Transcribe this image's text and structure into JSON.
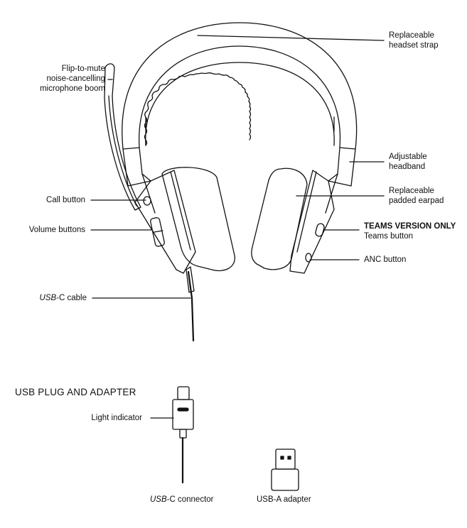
{
  "headset_labels": {
    "strap": [
      "Replaceable",
      "headset strap"
    ],
    "boom": [
      "Flip-to-mute",
      "noise-cancelling",
      "microphone boom"
    ],
    "headband": [
      "Adjustable",
      "headband"
    ],
    "earpad": [
      "Replaceable",
      "padded earpad"
    ],
    "call_button": "Call button",
    "volume_buttons": "Volume buttons",
    "teams_version": "TEAMS VERSION ONLY",
    "teams_button": "Teams button",
    "anc_button": "ANC button",
    "cable_usb": "USB",
    "cable_rest": "-C cable"
  },
  "usb_section": {
    "title": "USB PLUG AND ADAPTER",
    "light_indicator": "Light indicator",
    "connector_usb": "USB",
    "connector_rest": "-C connector",
    "adapter": "USB-A adapter"
  },
  "colors": {
    "line": "#111111",
    "fill": "#ffffff"
  }
}
